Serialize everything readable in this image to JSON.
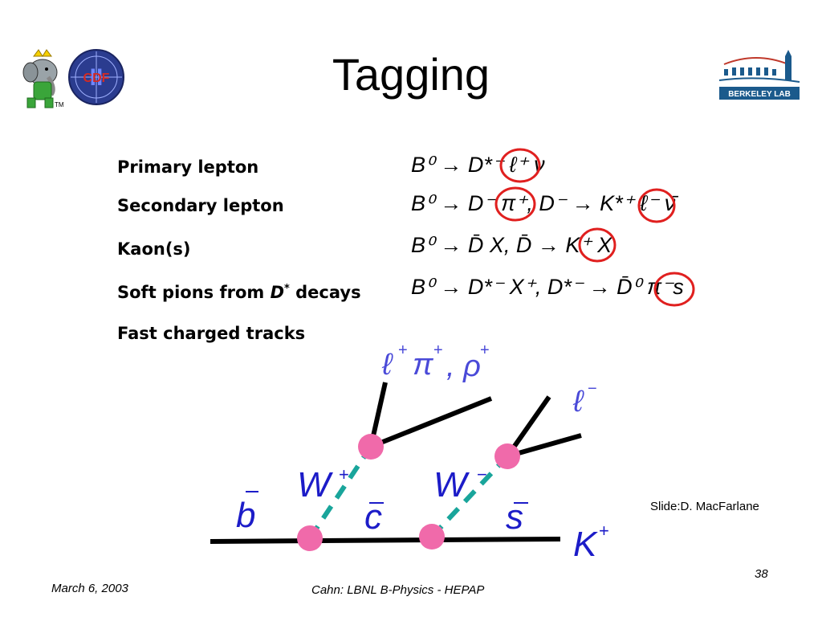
{
  "slide": {
    "title": "Tagging",
    "labels": {
      "primary_lepton": "Primary lepton",
      "secondary_lepton": "Secondary lepton",
      "kaons": "Kaon(s)",
      "soft_pions_prefix": "Soft pions from",
      "soft_pions_D": "D",
      "soft_pions_star": "*",
      "soft_pions_suffix": "decays",
      "fast_tracks": "Fast charged tracks"
    },
    "equations": {
      "eq1": "B⁰ → D*⁻ ℓ⁺ ν",
      "eq2": "B⁰ → D⁻ π⁺, D⁻ → K*⁺ ℓ⁻ ν̄",
      "eq3": "B⁰ → D̄ X, D̄ → K⁺ X",
      "eq4": "B⁰ → D*⁻ X⁺, D*⁻ → D̄⁰ π⁻s"
    },
    "diagram": {
      "top_left_label_l": "ℓ",
      "top_left_label_l_sup": "+",
      "top_left_label_pi": "π",
      "top_left_label_pi_sup": "+",
      "top_left_label_rho": ", ρ",
      "top_left_label_rho_sup": "+",
      "top_right_label": "ℓ",
      "top_right_label_sup": "−",
      "w_plus": "W",
      "w_plus_sup": "+",
      "w_minus": "W",
      "w_minus_sup": "−",
      "b_bar": "b",
      "c_bar": "c",
      "s_bar": "s",
      "k_plus": "K",
      "k_plus_sup": "+"
    },
    "credit": "Slide:D. MacFarlane",
    "page_number": "38",
    "date": "March 6, 2003",
    "footer_center": "Cahn:  LBNL B-Physics - HEPAP",
    "logo_tm": "TM",
    "logo_cdf": "CDF",
    "logo_cdf_roman": "II",
    "logo_berkeley": "BERKELEY LAB"
  },
  "colors": {
    "circle_red": "#e0201f",
    "vertex_pink": "#f06aaa",
    "dash_teal": "#19a59b",
    "berkeley_blue": "#1b5a8c",
    "berkeley_red": "#c0392b",
    "cdf_blue": "#2b3c8f",
    "cdf_red": "#d42a24"
  }
}
